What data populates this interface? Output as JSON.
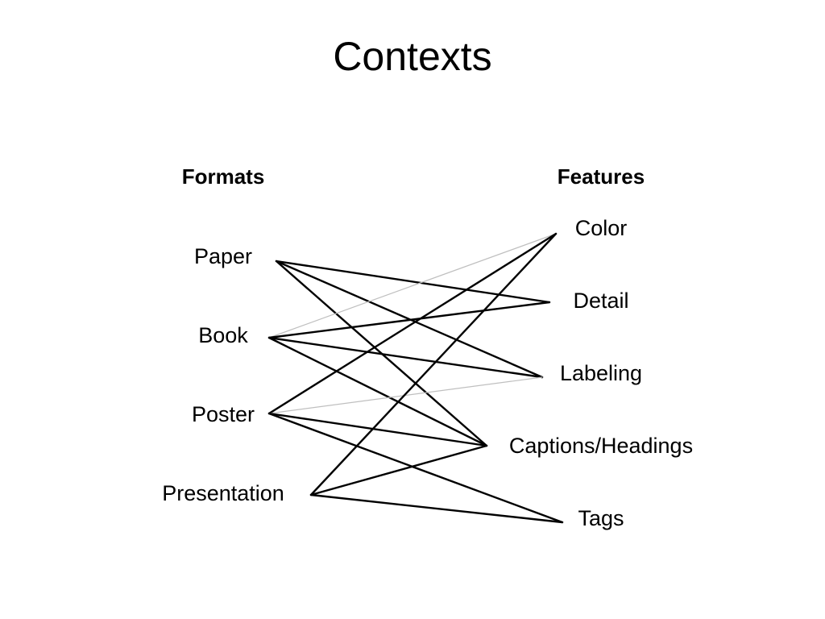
{
  "title": "Contexts",
  "columns": {
    "left_heading": "Formats",
    "right_heading": "Features"
  },
  "formats": [
    "Paper",
    "Book",
    "Poster",
    "Presentation"
  ],
  "features": [
    "Color",
    "Detail",
    "Labeling",
    "Captions/Headings",
    "Tags"
  ],
  "colors": {
    "strong_edge": "#000000",
    "weak_edge": "#bfbfbf"
  },
  "edges": [
    {
      "from": "Paper",
      "to": "Detail",
      "strength": "strong"
    },
    {
      "from": "Paper",
      "to": "Labeling",
      "strength": "strong"
    },
    {
      "from": "Paper",
      "to": "Captions/Headings",
      "strength": "strong"
    },
    {
      "from": "Book",
      "to": "Color",
      "strength": "weak"
    },
    {
      "from": "Book",
      "to": "Detail",
      "strength": "strong"
    },
    {
      "from": "Book",
      "to": "Labeling",
      "strength": "strong"
    },
    {
      "from": "Book",
      "to": "Captions/Headings",
      "strength": "strong"
    },
    {
      "from": "Poster",
      "to": "Color",
      "strength": "strong"
    },
    {
      "from": "Poster",
      "to": "Labeling",
      "strength": "weak"
    },
    {
      "from": "Poster",
      "to": "Captions/Headings",
      "strength": "strong"
    },
    {
      "from": "Poster",
      "to": "Tags",
      "strength": "strong"
    },
    {
      "from": "Presentation",
      "to": "Color",
      "strength": "strong"
    },
    {
      "from": "Presentation",
      "to": "Captions/Headings",
      "strength": "strong"
    },
    {
      "from": "Presentation",
      "to": "Tags",
      "strength": "strong"
    }
  ]
}
